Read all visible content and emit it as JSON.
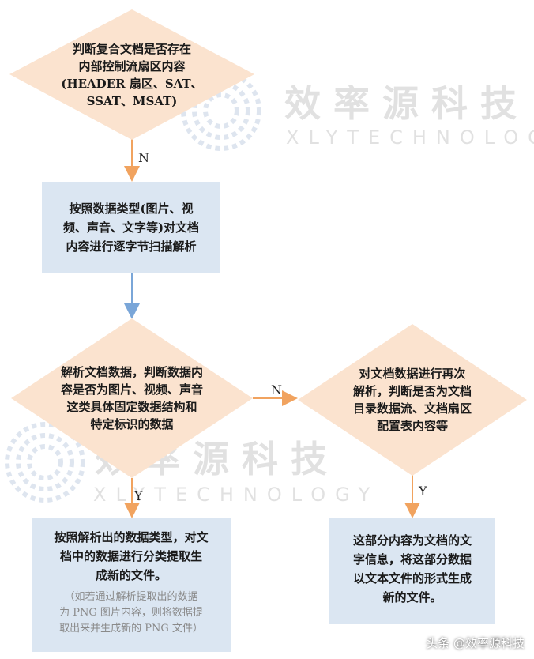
{
  "nodes": {
    "decision1": [
      "判断复合文档是否存在",
      "内部控制流扇区内容",
      "(HEADER 扇区、SAT、",
      "SSAT、MSAT)"
    ],
    "process1": [
      "按照数据类型(图片、视",
      "频、声音、文字等)对文档",
      "内容进行逐字节扫描解析"
    ],
    "decision2": [
      "解析文档数据，判断数据内",
      "容是否为图片、视频、声音",
      "这类具体固定数据结构和",
      "特定标识的数据"
    ],
    "decision3": [
      "对文档数据进行再次",
      "解析，判断是否为文档",
      "目录数据流、文档扇区",
      "配置表内容等"
    ],
    "process2": [
      "按照解析出的数据类型，对文",
      "档中的数据进行分类提取生",
      "成新的文件。"
    ],
    "process2_note": [
      "（如若通过解析提取出的数据",
      "为 PNG 图片内容，则将数据提",
      "取出来并生成新的 PNG 文件）"
    ],
    "process3": [
      "这部分内容为文档的文",
      "字信息，将这部分数据",
      "以文本文件的形式生成",
      "新的文件。"
    ]
  },
  "edges": {
    "label_n1": "N",
    "label_n2": "N",
    "label_y1": "Y",
    "label_y2": "Y"
  },
  "watermark": {
    "cn": "效率源科技",
    "en": "XLYTECHNOLOGY"
  },
  "credit": "头条 @效率源科技",
  "colors": {
    "diamond_fill": "#fbe3cf",
    "box_fill": "#dbe6f2",
    "arrow_orange": "#f1a35f",
    "arrow_blue": "#7aa6d8"
  }
}
